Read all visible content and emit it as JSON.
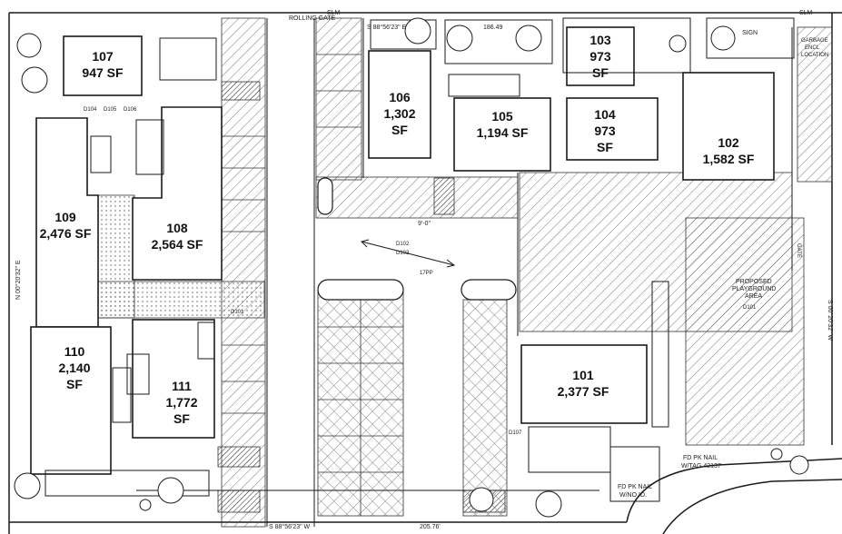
{
  "units": [
    {
      "id": "107",
      "area": "947 SF"
    },
    {
      "id": "106",
      "area_num": "1,302",
      "unit": "SF"
    },
    {
      "id": "105",
      "area": "1,194 SF"
    },
    {
      "id": "103",
      "area_num": "973",
      "unit": "SF"
    },
    {
      "id": "104",
      "area_num": "973",
      "unit": "SF"
    },
    {
      "id": "102",
      "area": "1,582 SF"
    },
    {
      "id": "109",
      "area": "2,476 SF"
    },
    {
      "id": "108",
      "area": "2,564 SF"
    },
    {
      "id": "110",
      "area_num": "2,140",
      "unit": "SF"
    },
    {
      "id": "111",
      "area_num": "1,772",
      "unit": "SF"
    },
    {
      "id": "101",
      "area": "2,377 SF"
    }
  ],
  "labels": {
    "rolling_gate": "ROLLING GATE",
    "slm_top": "SLM",
    "slm_right": "SLM",
    "sign": "SIGN",
    "garbage_1": "GARBAGE",
    "garbage_2": "ENCL",
    "garbage_3": "LOCATION",
    "gate": "GATE",
    "playground_1": "PROPOSED",
    "playground_2": "PLAYGROUND",
    "playground_3": "AREA",
    "playground_code": "D101",
    "fd_1_line1": "FD PK NAIL",
    "fd_1_line2": "W/TAG 42137",
    "fd_2_line1": "FD PK NAIL",
    "fd_2_line2": "W/NO ID.",
    "bearing_top": "S 88°56'23\" E",
    "dist_top": "186.49",
    "bearing_bottom": "S 88°56'23\" W",
    "dist_bottom": "205.76'",
    "bearing_left": "N 00°20'32\" E",
    "bearing_right": "S 00°20'32\" W",
    "dims_9": "9'-0\"",
    "pp": "17PP",
    "codes": [
      "D104",
      "D105",
      "D106",
      "D101",
      "D102",
      "D103",
      "D107"
    ]
  },
  "colors": {
    "line": "#1a1a1a",
    "hatch": "#555555",
    "bg": "#ffffff"
  }
}
